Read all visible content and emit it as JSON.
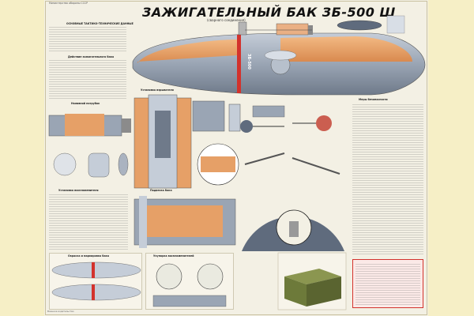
{
  "document": {
    "header_note": "Министерство обороны СССР",
    "title": "ЗАЖИГАТЕЛЬНЫЙ БАК ЗБ-500 Ш",
    "subtitle": "(сварного соединения)",
    "tank_marking": "ЗБ-500",
    "footer_note": "Военное издательство",
    "colors": {
      "background": "#f6efc6",
      "sheet": "#f3f0e4",
      "metal": "#9aa5b4",
      "filler": "#e6a067",
      "accent_red": "#d3322c",
      "ammo_box": "#6d7a3a"
    },
    "sections": [
      {
        "id": "characteristics",
        "title": "ОСНОВНЫЕ ТАКТИКО-ТЕХНИЧЕСКИЕ ДАННЫЕ"
      },
      {
        "id": "purpose",
        "title": "Действие зажигательного бака"
      },
      {
        "id": "filler",
        "title": "Наливной патрубок"
      },
      {
        "id": "fuze",
        "title": "Установка взрывателя"
      },
      {
        "id": "ignition",
        "title": "Установка воспламенителя"
      },
      {
        "id": "suspension",
        "title": "Подвеска бака"
      },
      {
        "id": "marking",
        "title": "Окраска и маркировка бака"
      },
      {
        "id": "packing",
        "title": "Укупорка воспламенителей"
      },
      {
        "id": "right_text",
        "title": "Меры безопасности"
      }
    ]
  }
}
